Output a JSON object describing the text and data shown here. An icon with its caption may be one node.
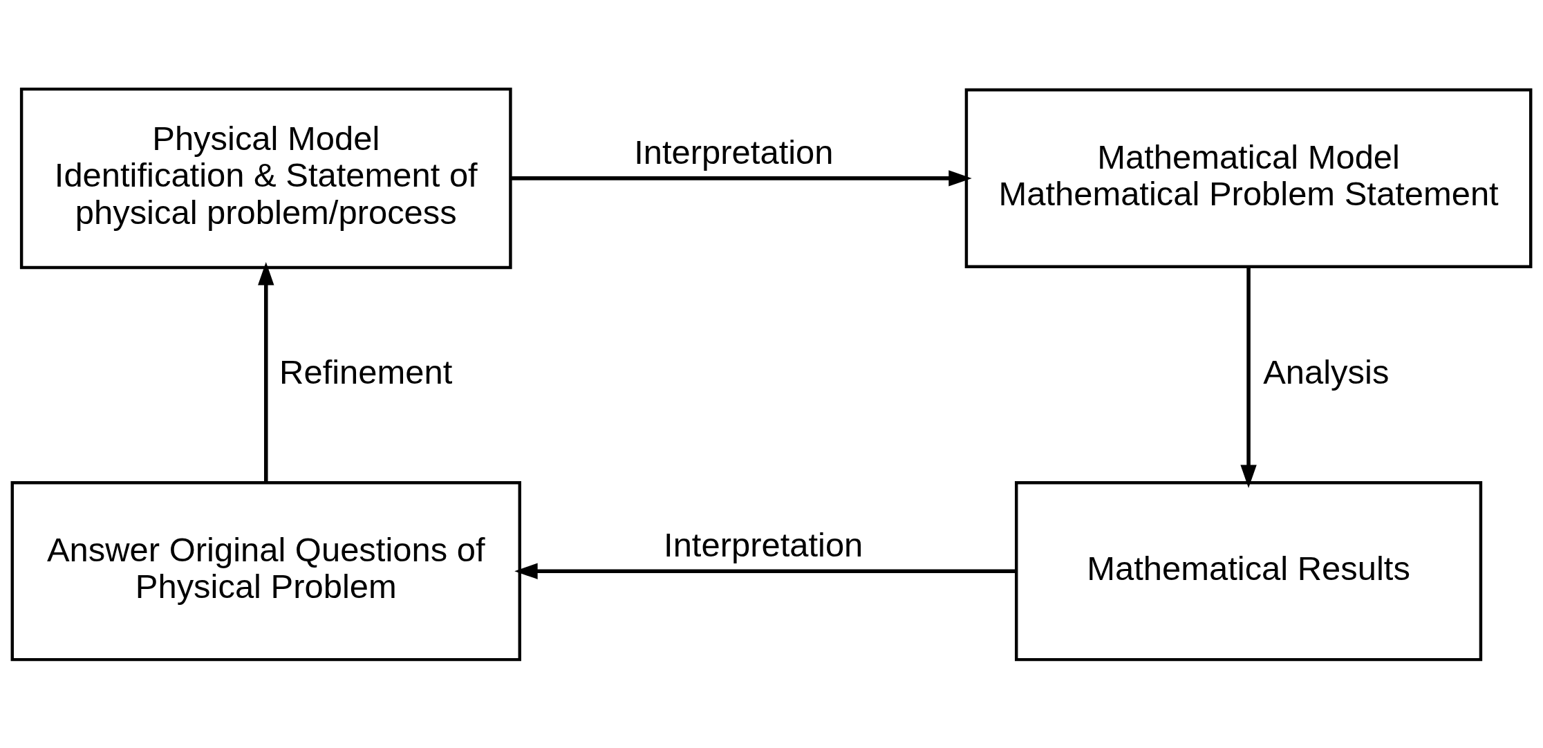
{
  "diagram": {
    "nodes": [
      {
        "text": [
          "Physical Model",
          "Identification & Statement of physical problem/process"
        ]
      },
      {
        "text": [
          "Mathematical Model",
          "Mathematical Problem Statement"
        ]
      },
      {
        "text": [
          "Answer Original Questions of Physical Problem"
        ]
      },
      {
        "text": [
          "Mathematical Results"
        ]
      }
    ],
    "edges": [
      {
        "from": 0,
        "to": 1,
        "arrow": "to",
        "label": "Interpretation"
      },
      {
        "from": 1,
        "to": 3,
        "arrow": "to",
        "label": "Analysis"
      },
      {
        "from": 3,
        "to": 2,
        "arrow": "to",
        "label": "Interpretation"
      },
      {
        "from": 2,
        "to": 0,
        "arrow": "to",
        "label": "Refinement"
      }
    ]
  }
}
